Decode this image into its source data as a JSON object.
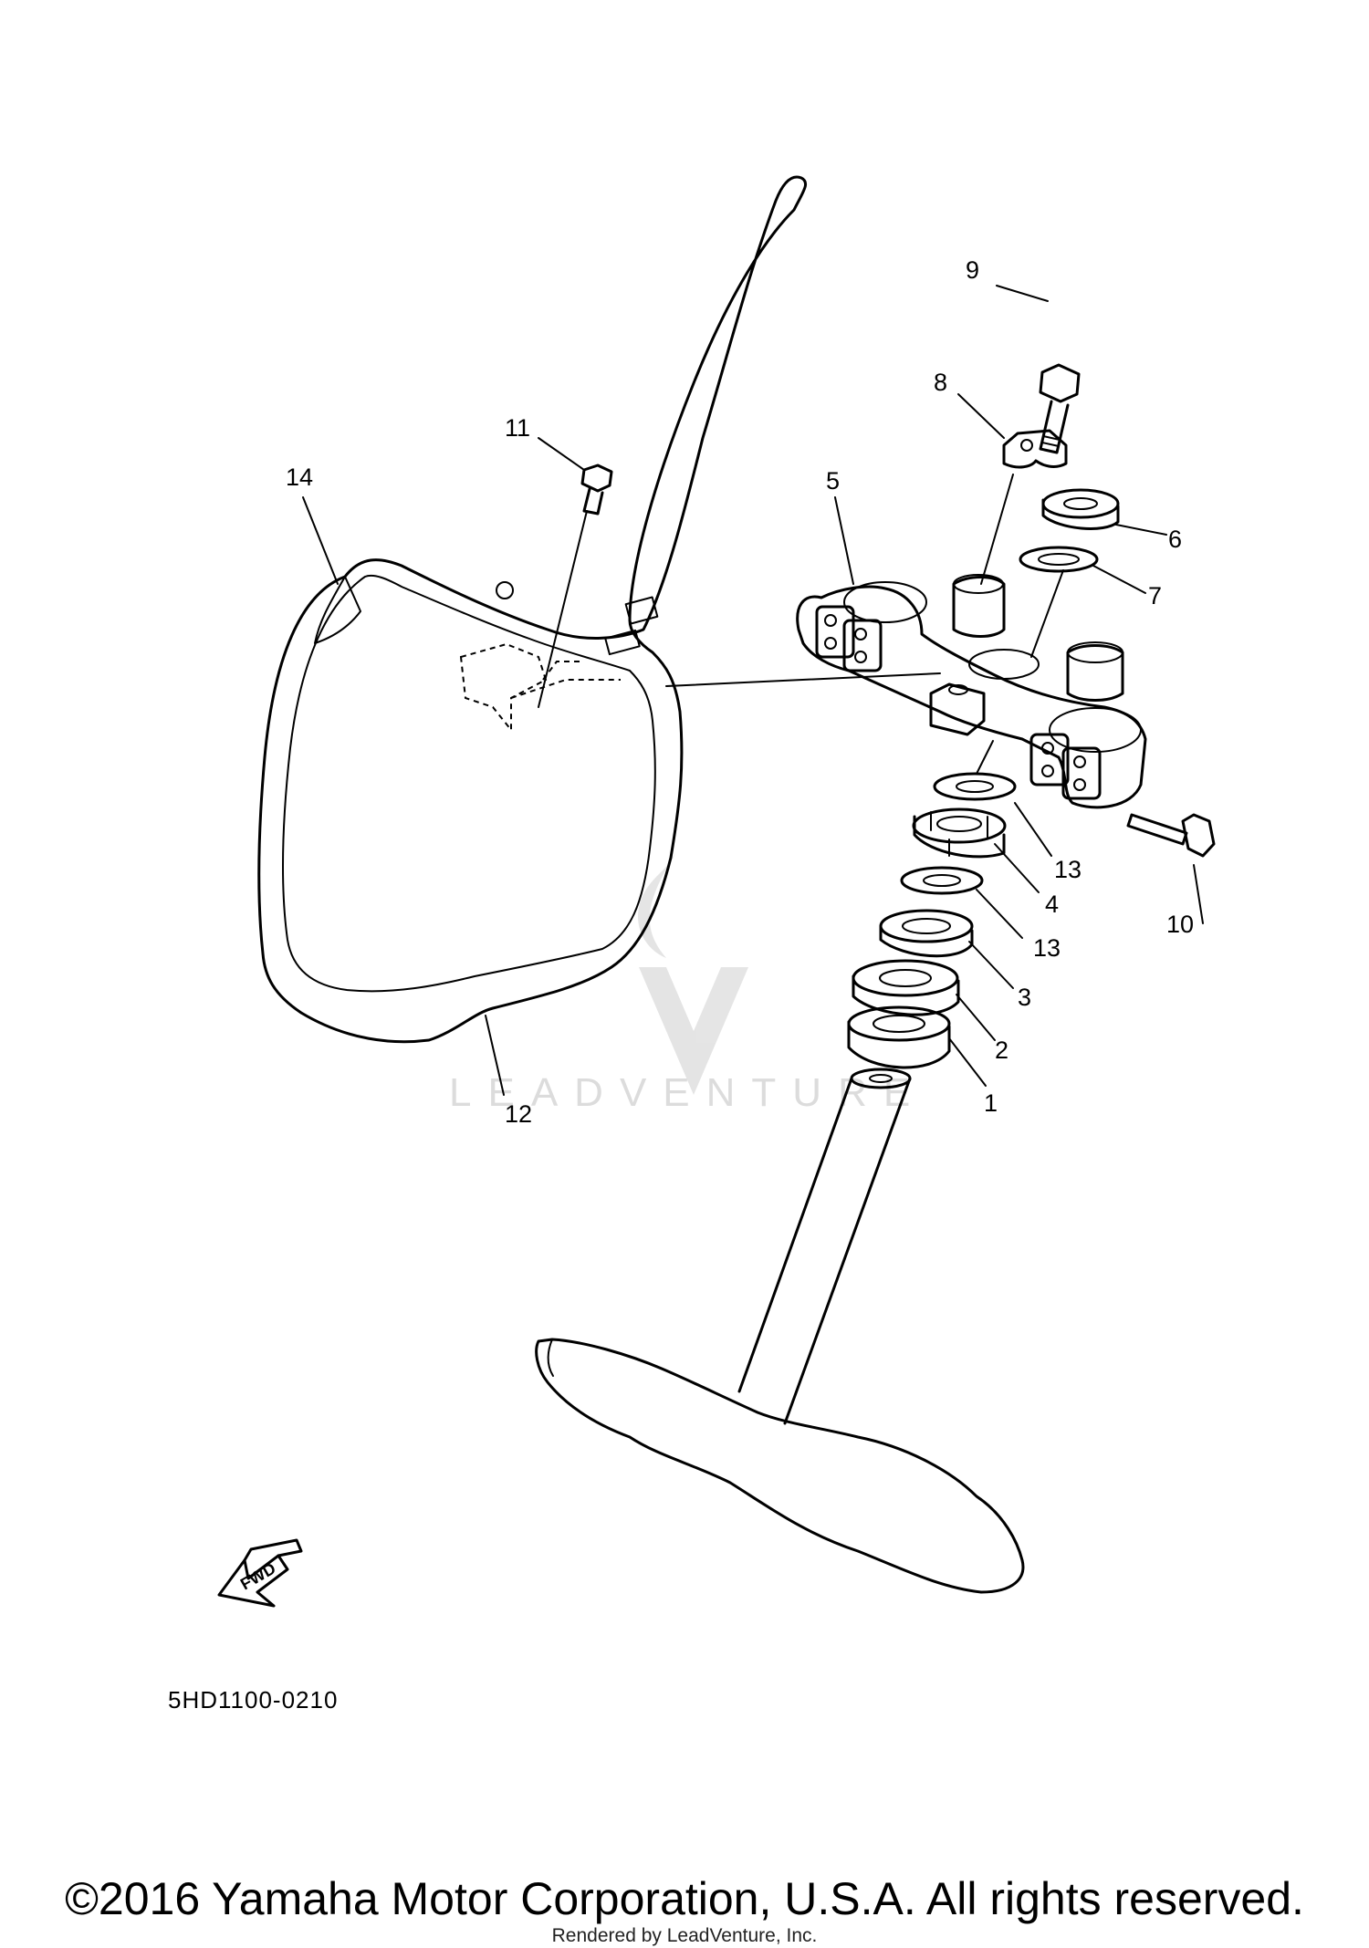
{
  "diagram": {
    "callouts": [
      "1",
      "2",
      "3",
      "4",
      "5",
      "6",
      "7",
      "8",
      "9",
      "10",
      "11",
      "12",
      "13",
      "13",
      "14"
    ],
    "fwd_label": "FWD",
    "code": "5HD1100-0210",
    "watermark": "LEADVENTURE"
  },
  "footer": {
    "copyright": "©2016 Yamaha Motor Corporation, U.S.A. All rights reserved.",
    "rendered_by": "Rendered by LeadVenture, Inc."
  }
}
